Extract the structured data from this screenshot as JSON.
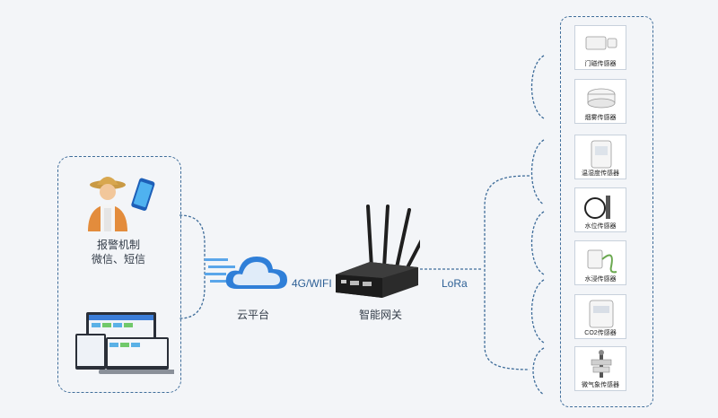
{
  "left_panel": {
    "alarm_title": "报警机制",
    "alarm_sub": "微信、短信"
  },
  "cloud": {
    "label": "云平台"
  },
  "links": {
    "uplink": "4G/WIFI",
    "downlink": "LoRa"
  },
  "gateway": {
    "label": "智能网关"
  },
  "sensors": [
    {
      "name": "门磁传感器",
      "icon": "door-sensor-icon"
    },
    {
      "name": "烟雾传感器",
      "icon": "smoke-sensor-icon"
    },
    {
      "name": "温湿度传感器",
      "icon": "temp-humidity-sensor-icon"
    },
    {
      "name": "水位传感器",
      "icon": "water-level-sensor-icon"
    },
    {
      "name": "水浸传感器",
      "icon": "water-leak-sensor-icon"
    },
    {
      "name": "CO2传感器",
      "icon": "co2-sensor-icon"
    },
    {
      "name": "微气象传感器",
      "icon": "weather-station-icon"
    }
  ],
  "colors": {
    "line": "#3f6d9a",
    "cloud_blue": "#2f7fd8",
    "background": "#f3f5f8"
  }
}
